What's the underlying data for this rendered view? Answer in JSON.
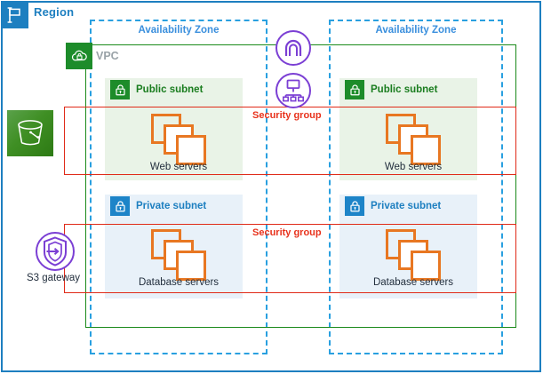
{
  "diagram": {
    "type": "aws-architecture",
    "title": "AWS VPC multi-AZ architecture with public and private subnets"
  },
  "region": {
    "label": "Region",
    "icon": "region-flag-icon",
    "border_color": "#1d7fc0"
  },
  "vpc": {
    "label": "VPC",
    "icon": "vpc-cloud-icon",
    "border_color": "#1a8a1a",
    "label_color": "#9aa3a8"
  },
  "availability_zones": [
    {
      "label": "Availability Zone",
      "side": "left"
    },
    {
      "label": "Availability Zone",
      "side": "right"
    }
  ],
  "security_groups": [
    {
      "label": "Security group",
      "tier": "web",
      "color": "#e8321c"
    },
    {
      "label": "Security group",
      "tier": "database",
      "color": "#e8321c"
    }
  ],
  "subnets": [
    {
      "name": "Public subnet",
      "type": "public",
      "zone": "left",
      "icon": "lock-icon",
      "icon_color": "#1d8c2a",
      "label_color": "#1a7d1f",
      "fill": "#e9f3e7"
    },
    {
      "name": "Public subnet",
      "type": "public",
      "zone": "right",
      "icon": "lock-icon",
      "icon_color": "#1d8c2a",
      "label_color": "#1a7d1f",
      "fill": "#e9f3e7"
    },
    {
      "name": "Private subnet",
      "type": "private",
      "zone": "left",
      "icon": "lock-icon",
      "icon_color": "#1d84c8",
      "label_color": "#1d7fc0",
      "fill": "#e8f1f9"
    },
    {
      "name": "Private subnet",
      "type": "private",
      "zone": "right",
      "icon": "lock-icon",
      "icon_color": "#1d84c8",
      "label_color": "#1d7fc0",
      "fill": "#e8f1f9"
    }
  ],
  "resources": [
    {
      "label": "Web servers",
      "zone": "left",
      "icon": "ec2-instances-icon",
      "color": "#e87722"
    },
    {
      "label": "Web servers",
      "zone": "right",
      "icon": "ec2-instances-icon",
      "color": "#e87722"
    },
    {
      "label": "Database servers",
      "zone": "left",
      "icon": "ec2-instances-icon",
      "color": "#e87722"
    },
    {
      "label": "Database servers",
      "zone": "right",
      "icon": "ec2-instances-icon",
      "color": "#e87722"
    }
  ],
  "gateways": {
    "internet_gateway": {
      "label": "",
      "icon": "internet-gateway-icon",
      "color": "#7b3fd4"
    },
    "load_balancer": {
      "label": "",
      "icon": "application-load-balancer-icon",
      "color": "#7b3fd4"
    },
    "s3_gateway": {
      "label": "S3 gateway",
      "icon": "vpc-endpoint-icon",
      "color": "#7b3fd4"
    }
  },
  "storage": {
    "s3_bucket": {
      "label": "",
      "icon": "s3-bucket-icon",
      "color": "#3f8f24"
    }
  }
}
